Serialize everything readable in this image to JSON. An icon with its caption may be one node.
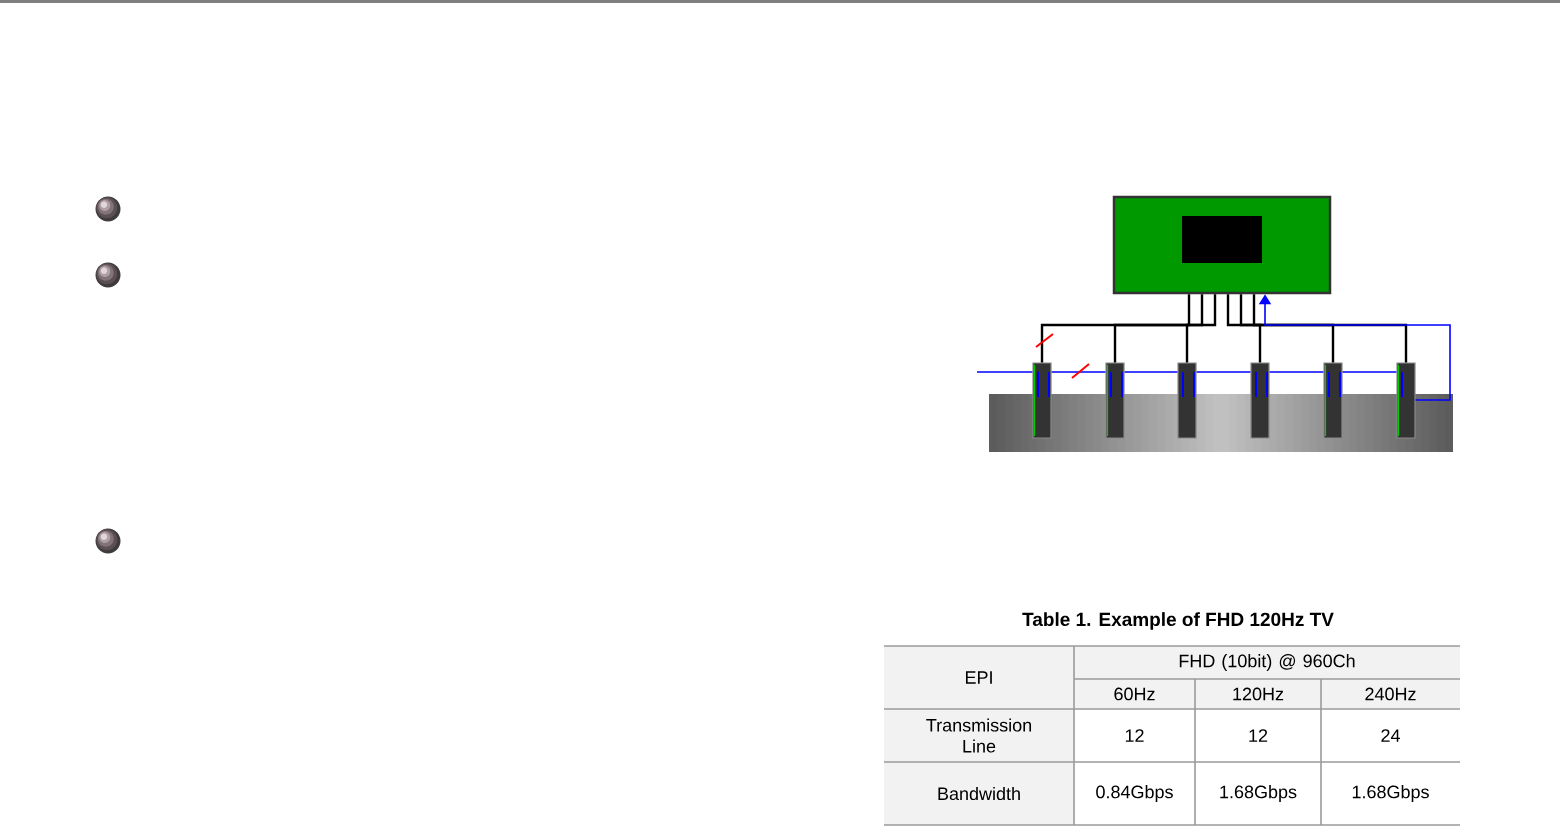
{
  "diagram": {
    "caption": "Table 1. Example of FHD 120Hz TV",
    "nodes": [
      {
        "text": [],
        "shape": "box"
      },
      {
        "text": [],
        "shape": "box"
      },
      {
        "text": [],
        "shape": "box"
      },
      {
        "text": [],
        "shape": "box"
      },
      {
        "text": [],
        "shape": "box"
      },
      {
        "text": [],
        "shape": "box"
      },
      {
        "text": [],
        "shape": "box"
      }
    ],
    "edges": [
      {
        "from": 0,
        "to": 1,
        "arrow": "none",
        "color": "#000000"
      },
      {
        "from": 0,
        "to": 2,
        "arrow": "none",
        "color": "#000000"
      },
      {
        "from": 0,
        "to": 3,
        "arrow": "none",
        "color": "#000000"
      },
      {
        "from": 0,
        "to": 4,
        "arrow": "none",
        "color": "#000000"
      },
      {
        "from": 0,
        "to": 5,
        "arrow": "none",
        "color": "#000000"
      },
      {
        "from": 0,
        "to": 6,
        "arrow": "none",
        "color": "#000000"
      },
      {
        "from": null,
        "to": 1,
        "arrow": "none",
        "color": "#0000ff"
      },
      {
        "from": 1,
        "to": 2,
        "arrow": "none",
        "color": "#0000ff"
      },
      {
        "from": 2,
        "to": 3,
        "arrow": "none",
        "color": "#0000ff"
      },
      {
        "from": 3,
        "to": 4,
        "arrow": "none",
        "color": "#0000ff"
      },
      {
        "from": 4,
        "to": 5,
        "arrow": "none",
        "color": "#0000ff"
      },
      {
        "from": 5,
        "to": 6,
        "arrow": "none",
        "color": "#0000ff"
      },
      {
        "from": 6,
        "to": 0,
        "arrow": "to",
        "color": "#0000ff"
      }
    ],
    "labels": [
      "EPI",
      "FHD (10bit) @ 960Ch",
      "60Hz",
      "120Hz",
      "240Hz",
      "Transmission Line",
      "12",
      "12",
      "24",
      "Bandwidth",
      "0.84Gbps",
      "1.68Gbps",
      "1.68Gbps"
    ]
  }
}
